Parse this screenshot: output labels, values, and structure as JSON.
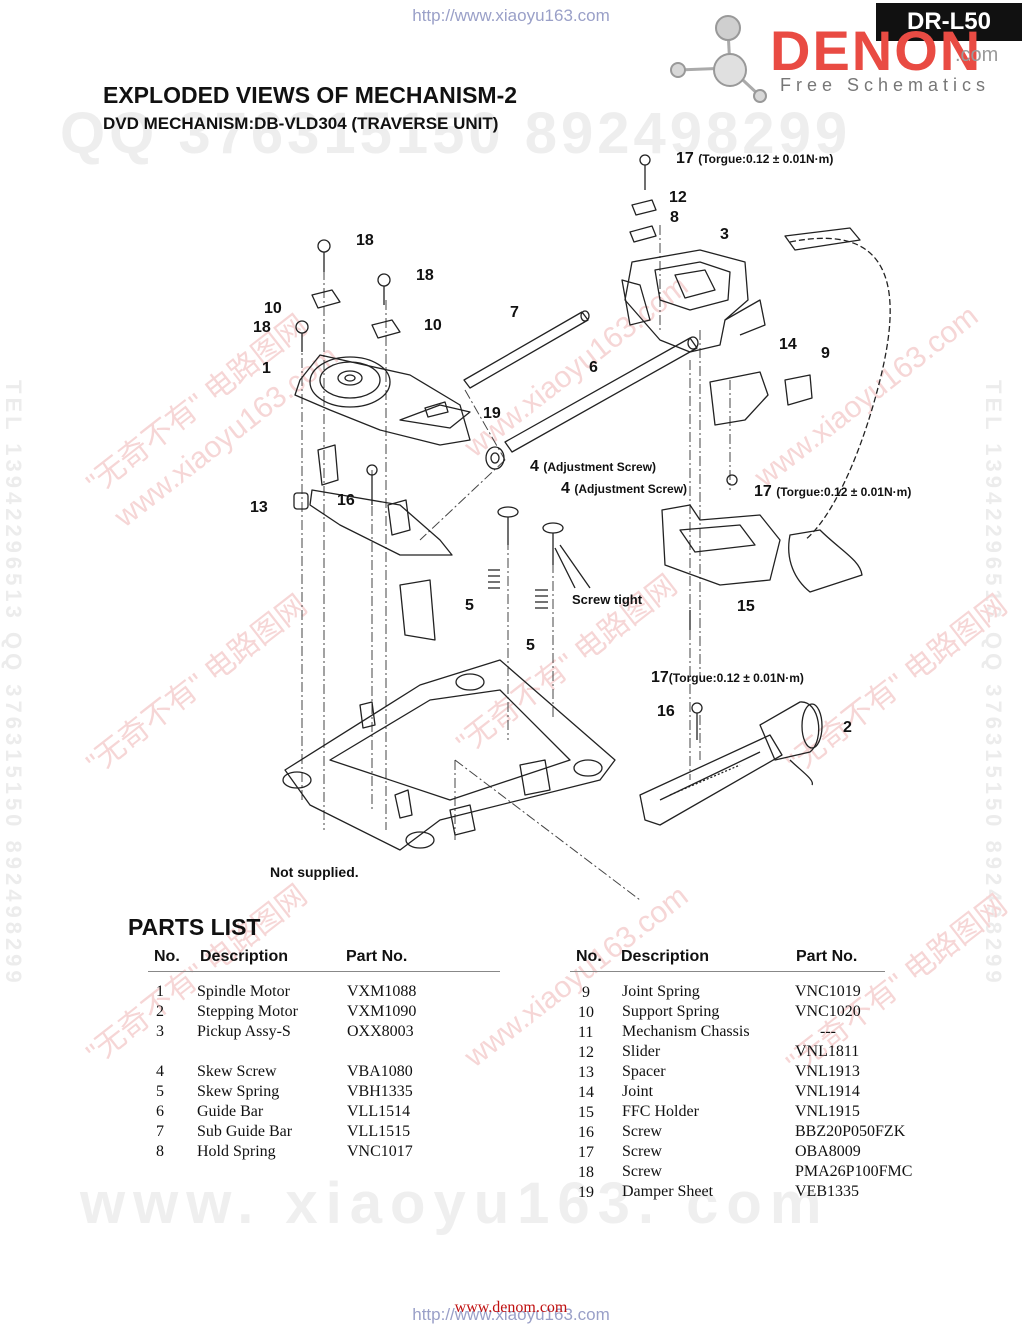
{
  "header": {
    "url_top": "http://www.xiaoyu163.com",
    "model": "DR-L50",
    "logo_text": "DENON",
    "logo_com": ".com",
    "logo_sub": "Free Schematics",
    "title": "EXPLODED VIEWS OF MECHANISM-2",
    "subtitle": "DVD MECHANISM:DB-VLD304 (TRAVERSE UNIT)"
  },
  "watermarks": {
    "qq_line": "QQ 376315150   892498299",
    "xiaoyu": "www.xiaoyu163.com",
    "dianlu": "\"无奇不有\" 电路图网",
    "tel_line": "TEL 13942296513   QQ 376315150   892498299",
    "bottom_big": "www. xiaoyu163. com"
  },
  "diagram": {
    "callouts": [
      {
        "id": "c17a",
        "num": "17",
        "note": "(Torgue:0.12 ± 0.01N·m)"
      },
      {
        "id": "c12",
        "num": "12"
      },
      {
        "id": "c8",
        "num": "8"
      },
      {
        "id": "c3",
        "num": "3"
      },
      {
        "id": "c18a",
        "num": "18"
      },
      {
        "id": "c18b",
        "num": "18"
      },
      {
        "id": "c10a",
        "num": "10"
      },
      {
        "id": "c10b",
        "num": "10"
      },
      {
        "id": "c18c",
        "num": "18"
      },
      {
        "id": "c7",
        "num": "7"
      },
      {
        "id": "c14",
        "num": "14"
      },
      {
        "id": "c9",
        "num": "9"
      },
      {
        "id": "c1",
        "num": "1"
      },
      {
        "id": "c6",
        "num": "6"
      },
      {
        "id": "c19",
        "num": "19"
      },
      {
        "id": "c4a",
        "num": "4",
        "note": "(Adjustment Screw)"
      },
      {
        "id": "c4b",
        "num": "4",
        "note": "(Adjustment Screw)"
      },
      {
        "id": "c17b",
        "num": "17",
        "note": "(Torgue:0.12 ± 0.01N·m)"
      },
      {
        "id": "c13",
        "num": "13"
      },
      {
        "id": "c16a",
        "num": "16"
      },
      {
        "id": "c5a",
        "num": "5"
      },
      {
        "id": "c5b",
        "num": "5"
      },
      {
        "id": "c15",
        "num": "15"
      },
      {
        "id": "c17c",
        "num": "17",
        "note": "(Torgue:0.12 ± 0.01N·m)"
      },
      {
        "id": "c16b",
        "num": "16"
      },
      {
        "id": "c2",
        "num": "2"
      }
    ],
    "screw_tight": "Screw tight",
    "not_supplied": "Not supplied."
  },
  "parts_list": {
    "heading": "PARTS LIST",
    "headers": {
      "no": "No.",
      "description": "Description",
      "part_no": "Part No."
    },
    "left": [
      {
        "no": "1",
        "description": "Spindle Motor",
        "part_no": "VXM1088"
      },
      {
        "no": "2",
        "description": "Stepping Motor",
        "part_no": "VXM1090"
      },
      {
        "no": "3",
        "description": "Pickup Assy-S",
        "part_no": "OXX8003"
      },
      {
        "no": "4",
        "description": "Skew Screw",
        "part_no": "VBA1080"
      },
      {
        "no": "5",
        "description": "Skew Spring",
        "part_no": "VBH1335"
      },
      {
        "no": "6",
        "description": "Guide Bar",
        "part_no": "VLL1514"
      },
      {
        "no": "7",
        "description": "Sub Guide Bar",
        "part_no": "VLL1515"
      },
      {
        "no": "8",
        "description": "Hold Spring",
        "part_no": "VNC1017"
      }
    ],
    "right": [
      {
        "no": "9",
        "description": "Joint Spring",
        "part_no": "VNC1019"
      },
      {
        "no": "10",
        "description": "Support Spring",
        "part_no": "VNC1020"
      },
      {
        "no": "11",
        "description": "Mechanism Chassis",
        "part_no": "---"
      },
      {
        "no": "12",
        "description": "Slider",
        "part_no": "VNL1811"
      },
      {
        "no": "13",
        "description": "Spacer",
        "part_no": "VNL1913"
      },
      {
        "no": "14",
        "description": "Joint",
        "part_no": "VNL1914"
      },
      {
        "no": "15",
        "description": "FFC Holder",
        "part_no": "VNL1915"
      },
      {
        "no": "16",
        "description": "Screw",
        "part_no": "BBZ20P050FZK"
      },
      {
        "no": "17",
        "description": "Screw",
        "part_no": "OBA8009"
      },
      {
        "no": "18",
        "description": "Screw",
        "part_no": "PMA26P100FMC"
      },
      {
        "no": "19",
        "description": "Damper Sheet",
        "part_no": "VEB1335"
      }
    ]
  },
  "footer": {
    "url_red": "www.denom.com",
    "url_bottom": "http://www.xiaoyu163.com"
  }
}
